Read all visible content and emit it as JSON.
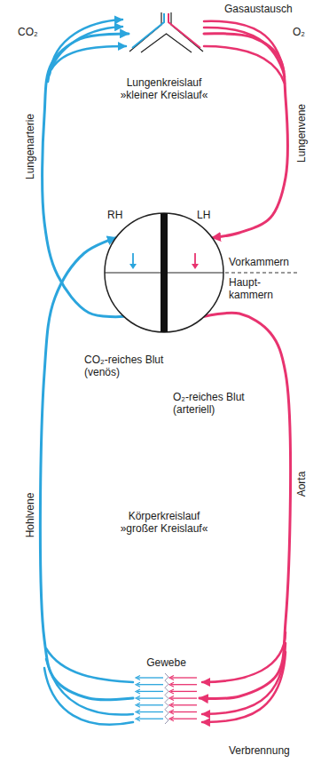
{
  "diagram": {
    "nodes": [
      {
        "text": [
          "Gasaustausch"
        ]
      },
      {
        "text": [
          "RH",
          "LH"
        ]
      },
      {
        "text": [
          "Gewebe"
        ]
      }
    ],
    "edges": [
      {
        "from": 1,
        "to": 0,
        "arrow": "to",
        "label": "Lungenarterie"
      },
      {
        "from": 0,
        "to": 1,
        "arrow": "to",
        "label": "Lungenvene"
      },
      {
        "from": 1,
        "to": 2,
        "arrow": "to",
        "label": "Aorta"
      },
      {
        "from": 2,
        "to": 1,
        "arrow": "to",
        "label": "Hohlvene"
      }
    ],
    "labels": [
      "CO₂",
      "O₂",
      "Lungenkreislauf »kleiner Kreislauf«",
      "Vorkammern",
      "Haupt-kammern",
      "CO₂-reiches Blut (venös)",
      "O₂-reiches Blut (arteriell)",
      "Körperkreislauf »großer Kreislauf«",
      "Verbrennung"
    ]
  }
}
